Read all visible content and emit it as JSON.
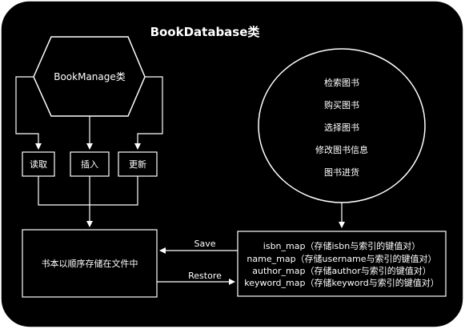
{
  "title": "BookDatabase类",
  "hexagon_label": "BookManage类",
  "operations": [
    {
      "label": "读取"
    },
    {
      "label": "插入"
    },
    {
      "label": "更新"
    }
  ],
  "storage_box": {
    "label": "书本以顺序存储在文件中"
  },
  "circle_items": [
    "检索图书",
    "购买图书",
    "选择图书",
    "修改图书信息",
    "图书进货"
  ],
  "maps_box": {
    "lines": [
      "isbn_map（存储isbn与索引的键值对）",
      "name_map（存储username与索引的键值对）",
      "author_map（存储author与索引的键值对）",
      "keyword_map（存储keyword与索引的键值对）"
    ]
  },
  "edges": {
    "save_label": "Save",
    "restore_label": "Restore"
  },
  "colors": {
    "background": "#000000",
    "stroke": "#ffffff",
    "text": "#ffffff",
    "page": "#ffffff"
  }
}
